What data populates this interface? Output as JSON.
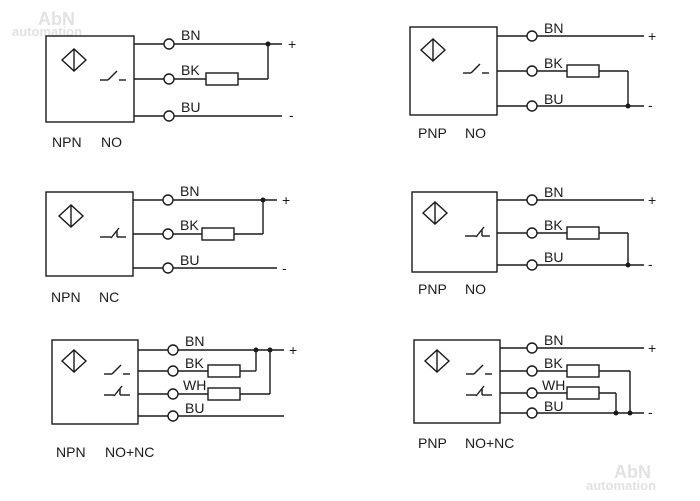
{
  "watermark": {
    "brand": "AbN",
    "sub": "automation"
  },
  "symbols": {
    "plus": "+",
    "minus": "-"
  },
  "wires": {
    "brown": "BN",
    "black": "BK",
    "white": "WH",
    "blue": "BU"
  },
  "diagrams": [
    {
      "id": "npn-no",
      "type": "NPN",
      "output": "NO"
    },
    {
      "id": "pnp-no",
      "type": "PNP",
      "output": "NO"
    },
    {
      "id": "npn-nc",
      "type": "NPN",
      "output": "NC"
    },
    {
      "id": "pnp-nc",
      "type": "PNP",
      "output": "NO"
    },
    {
      "id": "npn-nonc",
      "type": "NPN",
      "output": "NO+NC"
    },
    {
      "id": "pnp-nonc",
      "type": "PNP",
      "output": "NO+NC"
    }
  ],
  "colors": {
    "line": "#1a1a1a",
    "watermark": "#e2e2e2"
  }
}
